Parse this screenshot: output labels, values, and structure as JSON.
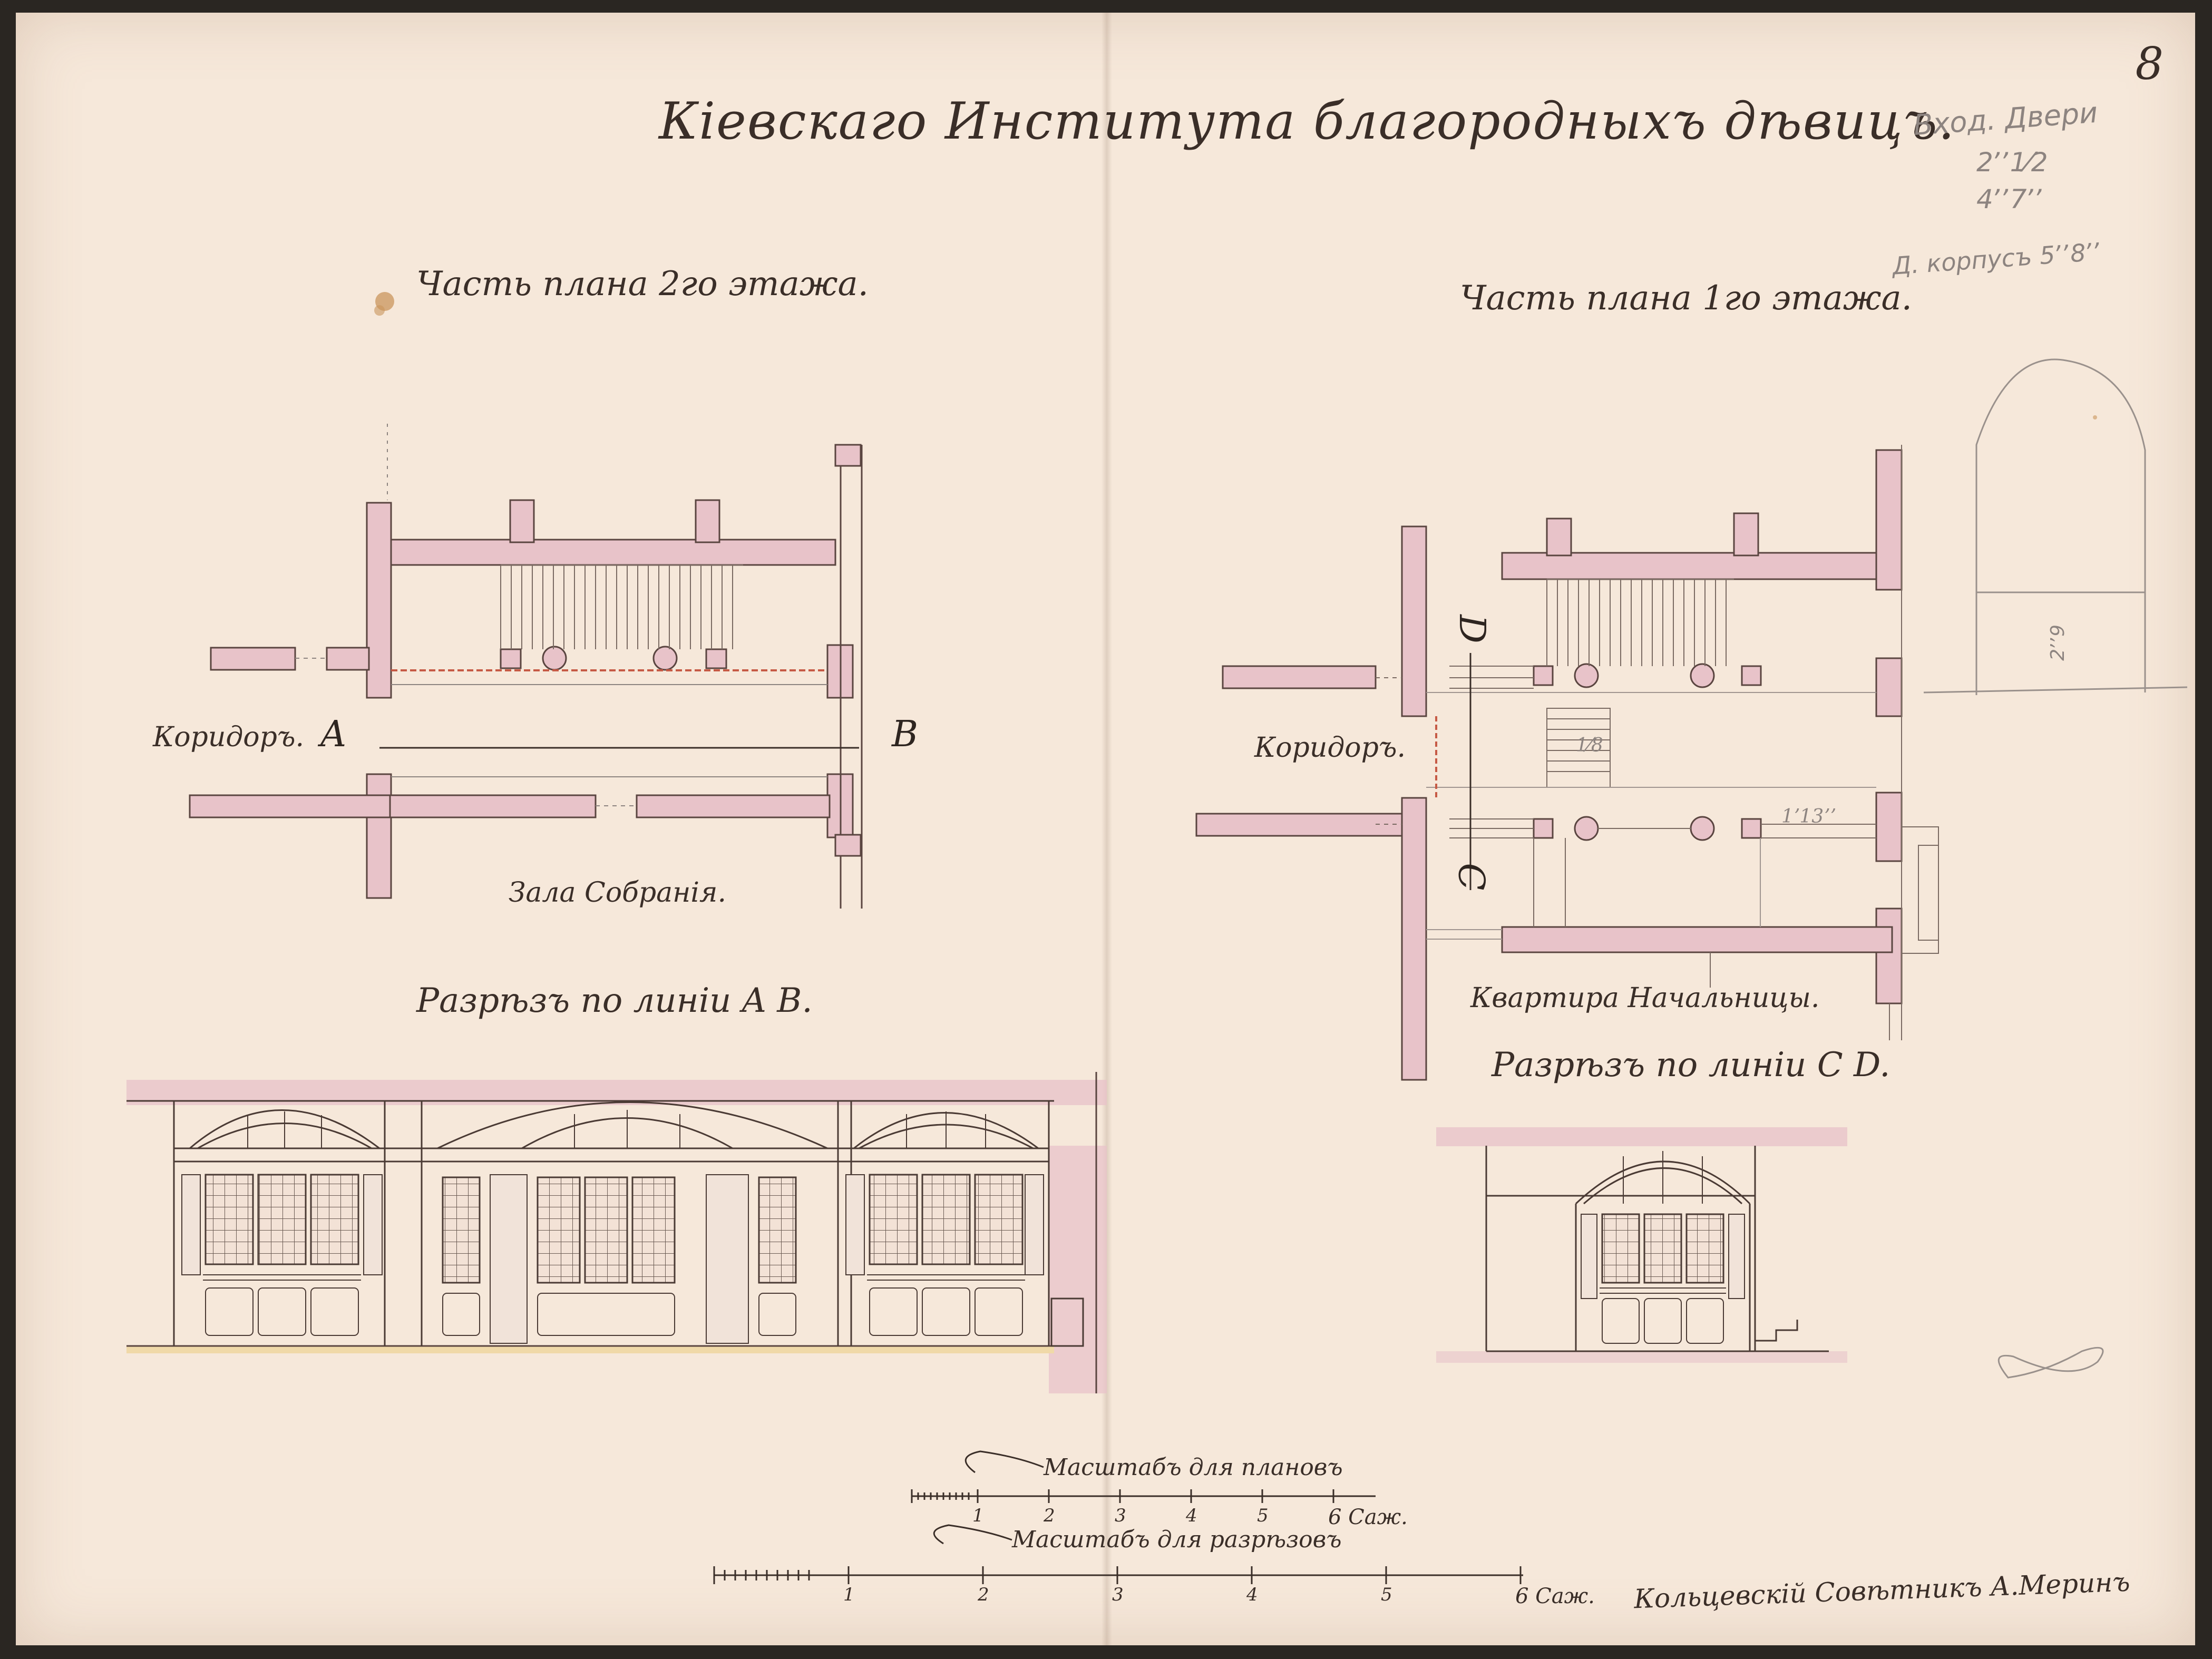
{
  "title": "Кiевскаго Института благородныхъ дѣвицъ.",
  "page_number": "8",
  "plans": {
    "second_floor_title": "Часть плана 2го этажа.",
    "first_floor_title": "Часть плана 1го этажа.",
    "left_corridor": "Коридоръ.",
    "right_corridor": "Коридоръ.",
    "assembly_hall": "Зала Собранiя.",
    "headmistress_apartment": "Квартира Начальницы.",
    "marker_a": "A",
    "marker_b": "B",
    "marker_c": "C",
    "marker_d": "D",
    "dim_1": "1⁄8",
    "dim_2": "1ʼ13ʼʼ"
  },
  "sections": {
    "section_ab_title": "Разрѣзъ по линiи A B.",
    "section_cd_title": "Разрѣзъ по линiи C D."
  },
  "scales": {
    "plan_scale_label": "Масштабъ для плановъ",
    "plan_scale_ticks": [
      "1",
      "2",
      "3",
      "4",
      "5",
      "6 Саж."
    ],
    "section_scale_label": "Масштабъ для разрѣзовъ",
    "section_scale_ticks": [
      "1",
      "2",
      "3",
      "4",
      "5",
      "6 Саж."
    ]
  },
  "pencil_notes": {
    "line_1": "Вход. Двери",
    "line_2": "2ʼʼ1⁄2",
    "line_3": "4ʼʼ7ʼʼ",
    "line_4": "Д. корпусъ 5ʼʼ8ʼʼ",
    "arch_dim": "2ʼʼ9"
  },
  "signature": "Кольцевскiй  Совѣтникъ  А.Меринъ",
  "colors": {
    "paper": "#f6e8da",
    "wall_wash": "#e8c3c9",
    "ink": "#3a2e28",
    "pencil": "#8d8480",
    "accent_red": "#c65a45"
  }
}
